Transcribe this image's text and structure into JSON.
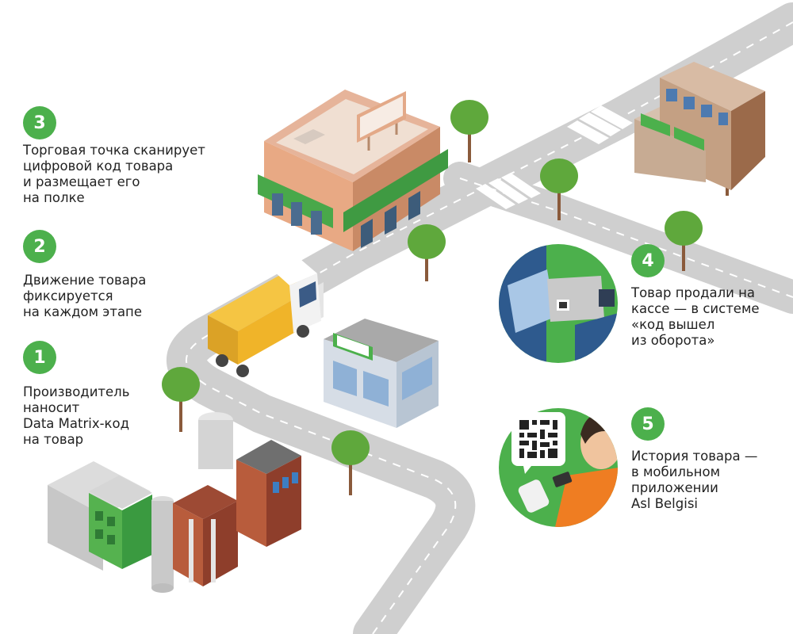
{
  "steps": [
    {
      "number": "1",
      "lines": [
        "Производитель",
        "наносит",
        "Data Matrix-код",
        "на товар"
      ]
    },
    {
      "number": "2",
      "lines": [
        "Движение товара",
        "фиксируется",
        "на каждом этапе"
      ]
    },
    {
      "number": "3",
      "lines": [
        "Торговая точка сканирует",
        "цифровой код товара",
        "и размещает его",
        "на полке"
      ]
    },
    {
      "number": "4",
      "lines": [
        "Товар продали на",
        "кассе — в системе",
        "«код вышел",
        "из оборота»"
      ]
    },
    {
      "number": "5",
      "lines": [
        "История товара —",
        "в мобильном",
        "приложении",
        "Asl Belgisi"
      ]
    }
  ],
  "colors": {
    "accent": "#4cb04c",
    "road": "#cfcfcf",
    "brick": "#b85c3c",
    "truck": "#f0b429",
    "phone_bg": "#ef7d22"
  }
}
